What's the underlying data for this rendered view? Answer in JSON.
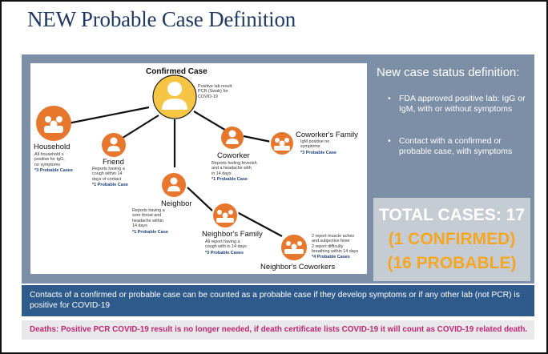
{
  "title": "NEW Probable Case Definition",
  "colors": {
    "title": "#1f3a66",
    "panel": "#7c8fa6",
    "node_orange": "#e8772e",
    "node_yellow": "#f7c544",
    "bottom_bar": "#2e5a8c",
    "deaths_text": "#c0266e",
    "total_orange": "#f5a623"
  },
  "diagram": {
    "confirmed": {
      "label": "Confirmed Case",
      "desc": [
        "Positive lab result",
        "PCR (Swab) for",
        "COVID-19"
      ]
    },
    "household": {
      "label": "Household",
      "desc": [
        "All household s",
        "positive for IgG,",
        "no symptoms"
      ],
      "count": "*3 Probable Cases"
    },
    "friend": {
      "label": "Friend",
      "desc": [
        "Reports having a",
        "cough within 14",
        "days of contact"
      ],
      "count": "*1 Probable Case"
    },
    "coworker": {
      "label": "Coworker",
      "desc": [
        "Reports feeling feverish",
        "and a headache with",
        "in 14 days"
      ],
      "count": "*1 Probable Case"
    },
    "coworkers_family": {
      "label": "Coworker's Family",
      "desc": [
        "IgM positive no",
        "symptoms"
      ],
      "count": "*3 Probable Case"
    },
    "neighbor": {
      "label": "Neighbor",
      "desc": [
        "Reports having a",
        "sore throat and",
        "headache within",
        "14 days"
      ],
      "count": "*1 Probable Case"
    },
    "neighbors_family": {
      "label": "Neighbor's Family",
      "desc": [
        "All report having a",
        "cough with in 14 days"
      ],
      "count": "*3 Probable Cases"
    },
    "neighbors_coworkers": {
      "label": "Neighbor's Coworkers",
      "desc": [
        "2 report muscle aches",
        "and subjective fever",
        "2 report difficulty",
        "breathing within 14 days"
      ],
      "count": "*4 Probable Cases"
    }
  },
  "definition": {
    "heading": "New case status definition:",
    "bullets": [
      "FDA approved positive lab: IgG or IgM, with or without symptoms",
      "Contact with a confirmed or probable case, with symptoms"
    ]
  },
  "totals": {
    "line1": "TOTAL CASES: 17",
    "line2": "(1 CONFIRMED)",
    "line3": "(16 PROBABLE)"
  },
  "footer_note": "Contacts of a confirmed or probable case can be counted as a probable case if they develop symptoms or if any other lab (not PCR) is positive for COVID-19",
  "deaths_note": "Deaths: Positive PCR COVID-19 result is no longer needed, if death certificate lists COVID-19 it will count as COVID-19 related death."
}
